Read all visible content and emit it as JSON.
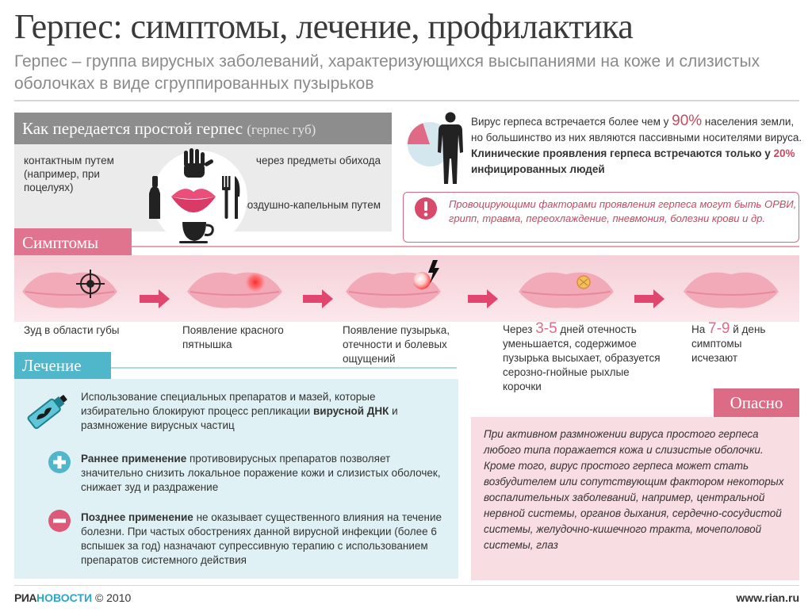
{
  "title": "Герпес: симптомы, лечение, профилактика",
  "subtitle": "Герпес – группа вирусных заболеваний, характеризующихся высыпаниями на коже и слизистых оболочках в виде сгруппированных пузырьков",
  "transmission": {
    "header": "Как передается простой герпес",
    "header_note": "(герпес губ)",
    "contact": "контактным путем (например, при поцелуях)",
    "objects": "через предметы обихода",
    "airborne": "воздушно-капельным путем"
  },
  "stats": {
    "line1_pre": "Вирус герпеса встречается более чем у",
    "percent_carriers": "90%",
    "line1_post": "населения земли, но большинство из них являются пассивными носителями вируса.",
    "bold_pre": "Клинические проявления герпеса встречаются только у",
    "percent_clinical": "20%",
    "bold_post": "инфицированных людей",
    "pie_fraction": 0.2
  },
  "factors": "Провоцирующими факторами проявления герпеса могут быть ОРВИ, грипп, травма, переохлаждение, пневмония, болезни крови и др.",
  "symptoms": {
    "header": "Симптомы",
    "stage1": "Зуд в области губы",
    "stage2": "Появление красного пятнышка",
    "stage3": "Появление пузырька, отечности и болевых ощущений",
    "stage4_pre": "Через",
    "stage4_num": "3-5",
    "stage4_post": "дней отечность уменьшается, содержимое пузырька высыхает, образуется серозно-гнойные рыхлые корочки",
    "stage5_pre": "На",
    "stage5_num": "7-9",
    "stage5_post": "й день симптомы исчезают"
  },
  "treatment": {
    "header": "Лечение",
    "item1_pre": "Использование специальных препаратов и мазей, которые избирательно блокируют процесс репликации",
    "item1_bold": "вирусной ДНК",
    "item1_post": "и размножение вирусных частиц",
    "item2_bold": "Раннее применение",
    "item2_text": "противовирусных препаратов позволяет значительно снизить локальное поражение кожи и слизистых оболочек, снижает зуд и раздражение",
    "item3_bold": "Позднее применение",
    "item3_text": "не оказывает существенного влияния на течение болезни. При частых обострениях данной вирусной инфекции (более 6 вспышек за год) назначают супрессивную терапию с использованием препаратов системного действия"
  },
  "danger": {
    "header": "Опасно",
    "text": "При активном размножении вируса простого герпеса любого типа поражается кожа и слизистые оболочки. Кроме того, вирус простого герпеса может стать возбудителем или сопутствующим фактором некоторых воспалительных заболеваний, например, центральной нервной системы, органов дыхания, сердечно-сосудистой системы, желудочно-кишечного тракта, мочеполовой системы, глаз"
  },
  "footer": {
    "brand_ria": "РИА",
    "brand_nov": "НОВОСТИ",
    "copyright": "© 2010",
    "site": "www.rian.ru"
  },
  "colors": {
    "pink": "#e0738d",
    "teal": "#4fb7c9",
    "gray": "#8d8d8d",
    "lip": "#f3aab8"
  }
}
